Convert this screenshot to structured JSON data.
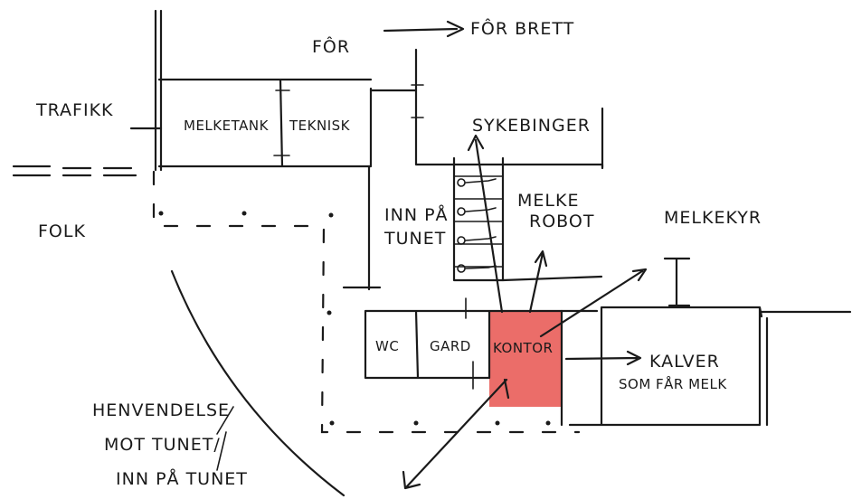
{
  "colors": {
    "ink": "#1a1a1a",
    "kontor_fill": "#e8534f"
  },
  "labels": {
    "for": "FÔR",
    "for_brett": "FÔR BRETT",
    "traffikk": "TRAFIKK",
    "melketank": "MELKETANK",
    "teknisk": "TEKNISK",
    "sykebinger": "SYKEBINGER",
    "folk": "FOLK",
    "inn_pa": "INN PÅ",
    "tunet": "TUNET",
    "melke": "MELKE",
    "robot": "ROBOT",
    "melkekyr": "MELKEKYR",
    "wc": "WC",
    "gard": "GARD",
    "kontor": "KONTOR",
    "kalver": "KALVER",
    "som_far_melk": "SOM FÅR MELK",
    "henvendelse": "HENVENDELSE",
    "mot_tunet": "MOT TUNET/",
    "inn_pa_tunet": "INN PÅ TUNET"
  }
}
